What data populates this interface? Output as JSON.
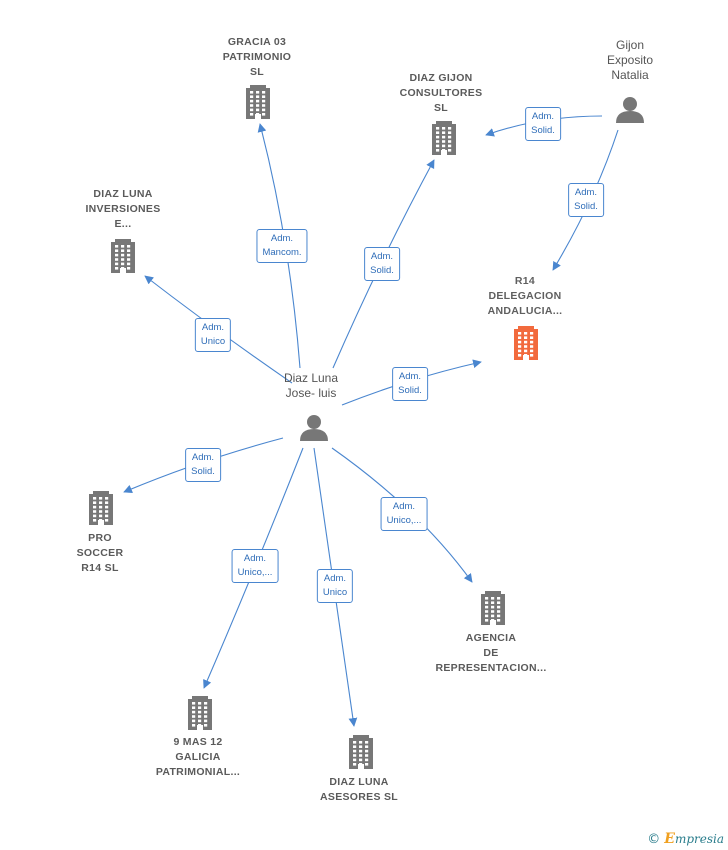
{
  "colors": {
    "edge": "#4a86cf",
    "company": "#777777",
    "focus_company": "#f26a3d",
    "person": "#777777"
  },
  "brand": {
    "copyright": "©",
    "initial": "E",
    "rest": "mpresia"
  },
  "nodes": [
    {
      "id": "center",
      "kind": "person",
      "lines": [
        "Diaz Luna",
        "Jose- luis"
      ]
    },
    {
      "id": "gijon",
      "kind": "person",
      "lines": [
        "Gijon",
        "Exposito",
        "Natalia"
      ]
    },
    {
      "id": "gracia",
      "kind": "company",
      "lines": [
        "GRACIA 03",
        "PATRIMONIO",
        "SL"
      ]
    },
    {
      "id": "diazgijon",
      "kind": "company",
      "lines": [
        "DIAZ GIJON",
        "CONSULTORES",
        "SL"
      ]
    },
    {
      "id": "inversiones",
      "kind": "company",
      "lines": [
        "DIAZ LUNA",
        "INVERSIONES",
        "E..."
      ]
    },
    {
      "id": "r14",
      "kind": "company",
      "focus": true,
      "lines": [
        "R14",
        "DELEGACION",
        "ANDALUCIA..."
      ]
    },
    {
      "id": "prosoccer",
      "kind": "company",
      "lines": [
        "PRO",
        "SOCCER",
        "R14  SL"
      ]
    },
    {
      "id": "agencia",
      "kind": "company",
      "lines": [
        "AGENCIA",
        "DE",
        "REPRESENTACION..."
      ]
    },
    {
      "id": "mas12",
      "kind": "company",
      "lines": [
        "9 MAS 12",
        "GALICIA",
        "PATRIMONIAL..."
      ]
    },
    {
      "id": "asesores",
      "kind": "company",
      "lines": [
        "DIAZ LUNA",
        "ASESORES SL"
      ]
    }
  ],
  "edges": [
    {
      "id": "e-gracia",
      "lines": [
        "Adm.",
        "Mancom."
      ]
    },
    {
      "id": "e-diazgijon",
      "lines": [
        "Adm.",
        "Solid."
      ]
    },
    {
      "id": "e-inversiones",
      "lines": [
        "Adm.",
        "Unico"
      ]
    },
    {
      "id": "e-r14",
      "lines": [
        "Adm.",
        "Solid."
      ]
    },
    {
      "id": "e-prosoccer",
      "lines": [
        "Adm.",
        "Solid."
      ]
    },
    {
      "id": "e-agencia",
      "lines": [
        "Adm.",
        "Unico,..."
      ]
    },
    {
      "id": "e-mas12",
      "lines": [
        "Adm.",
        "Unico,..."
      ]
    },
    {
      "id": "e-asesores",
      "lines": [
        "Adm.",
        "Unico"
      ]
    },
    {
      "id": "e-gijon-diazgijon",
      "lines": [
        "Adm.",
        "Solid."
      ]
    },
    {
      "id": "e-gijon-r14",
      "lines": [
        "Adm.",
        "Solid."
      ]
    }
  ]
}
